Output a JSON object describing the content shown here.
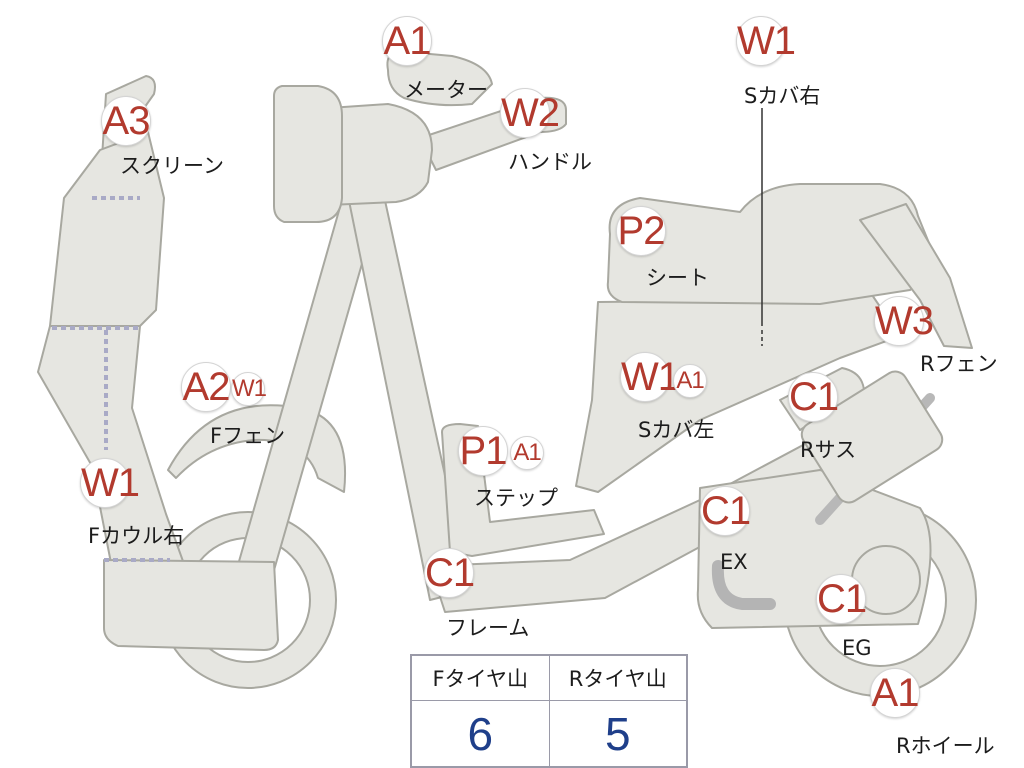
{
  "parts": [
    {
      "id": "a3-screen",
      "grades": [
        "A3"
      ],
      "name": "スクリーン"
    },
    {
      "id": "a1-meter",
      "grades": [
        "A1"
      ],
      "name": "メーター"
    },
    {
      "id": "w2-handle",
      "grades": [
        "W2"
      ],
      "name": "ハンドル"
    },
    {
      "id": "w1-scover-right",
      "grades": [
        "W1"
      ],
      "name": "Sカバ右"
    },
    {
      "id": "p2-seat",
      "grades": [
        "P2"
      ],
      "name": "シート"
    },
    {
      "id": "w3-rear-fender",
      "grades": [
        "W3"
      ],
      "name": "Rフェン"
    },
    {
      "id": "a2w1-front-fender",
      "grades": [
        "A2",
        "W1"
      ],
      "name": "Fフェン"
    },
    {
      "id": "w1a1-scover-left",
      "grades": [
        "W1",
        "A1"
      ],
      "name": "Sカバ左"
    },
    {
      "id": "c1-rear-suspension",
      "grades": [
        "C1"
      ],
      "name": "Rサス"
    },
    {
      "id": "p1a1-step",
      "grades": [
        "P1",
        "A1"
      ],
      "name": "ステップ"
    },
    {
      "id": "w1-front-cowl-right",
      "grades": [
        "W1"
      ],
      "name": "Fカウル右"
    },
    {
      "id": "c1-exhaust",
      "grades": [
        "C1"
      ],
      "name": "EX"
    },
    {
      "id": "c1-frame",
      "grades": [
        "C1"
      ],
      "name": "フレーム"
    },
    {
      "id": "c1-engine",
      "grades": [
        "C1"
      ],
      "name": "EG"
    },
    {
      "id": "a1-rear-wheel",
      "grades": [
        "A1"
      ],
      "name": "Rホイール"
    }
  ],
  "tire_tread": {
    "headers": [
      "Fタイヤ山",
      "Rタイヤ山"
    ],
    "values": [
      "6",
      "5"
    ]
  },
  "colors": {
    "grade_text": "#b23a2e",
    "tread_value": "#1f3f8a",
    "body_fill": "#e6e6e1",
    "outline": "#a8a8a0"
  }
}
